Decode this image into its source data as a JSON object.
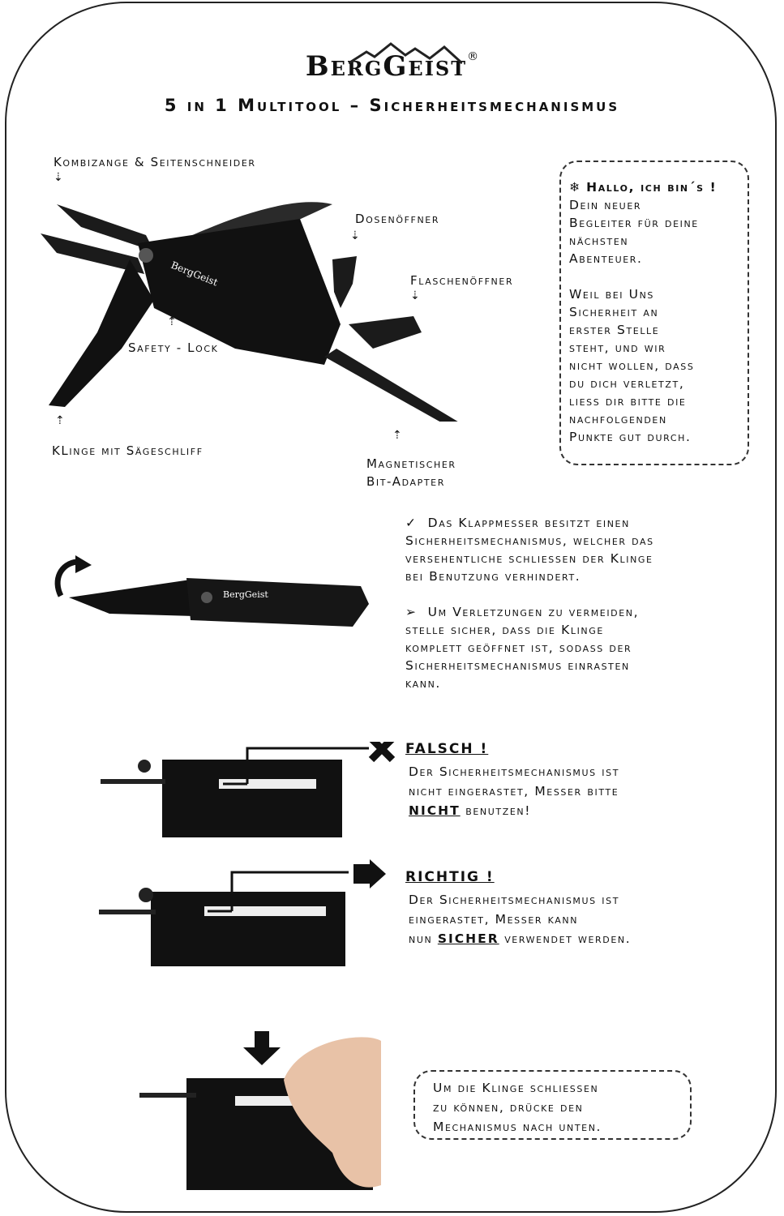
{
  "brand": {
    "name": "BergGeist",
    "registered": "®"
  },
  "title": "5 in 1 Multitool – Sicherheitsmechanismus",
  "diagram_labels": {
    "pliers": "Kombizange & Seitenschneider",
    "can_opener": "Dosenöffner",
    "bottle_opener": "Flaschenöffner",
    "safety_lock": "Safety - Lock",
    "blade": "KLinge mit Sägeschliff",
    "bit_adapter_line1": "Magnetischer",
    "bit_adapter_line2": "Bit-Adapter",
    "handle_logo": "BergGeist"
  },
  "speech_box": {
    "line1": "Hallo, ich bin´s !",
    "line2": "Dein neuer",
    "line3": "Begleiter für deine",
    "line4": "nächsten",
    "line5": "Abenteuer.",
    "line6": "Weil bei Uns",
    "line7": "Sicherheit an",
    "line8": "erster Stelle",
    "line9": "steht, und wir",
    "line10": "nicht wollen, dass",
    "line11": "du dich verletzt,",
    "line12": "liess dir bitte die",
    "line13": "nachfolgenden",
    "line14": "Punkte gut durch."
  },
  "info": {
    "check_mark": "✓",
    "p1_line1": "Das Klappmesser besitzt einen",
    "p1_line2": "Sicherheitsmechanismus, welcher das",
    "p1_line3": "versehentliche schliessen der Klinge",
    "p1_line4": "bei Benutzung verhindert.",
    "bullet": "➢",
    "p2_line1": "Um Verletzungen zu vermeiden,",
    "p2_line2": "stelle sicher, dass die Klinge",
    "p2_line3": "komplett geöffnet ist, sodass der",
    "p2_line4": "Sicherheitsmechanismus einrasten",
    "p2_line5": "kann."
  },
  "wrong": {
    "title": "FALSCH !",
    "line1": "Der Sicherheitsmechanismus ist",
    "line2_pre": "nicht eingerastet, Messer bitte",
    "emph": "NICHT",
    "line3_post": "benutzen!"
  },
  "right": {
    "title": "RICHTIG !",
    "line1": "Der Sicherheitsmechanismus ist",
    "line2": "eingerastet, Messer kann",
    "line3_pre": "nun",
    "emph": "SICHER",
    "line3_post": "verwendet werden."
  },
  "close_box": {
    "line1": "Um die Klinge schliessen",
    "line2": "zu können, drücke den",
    "line3": "Mechanismus nach unten."
  }
}
